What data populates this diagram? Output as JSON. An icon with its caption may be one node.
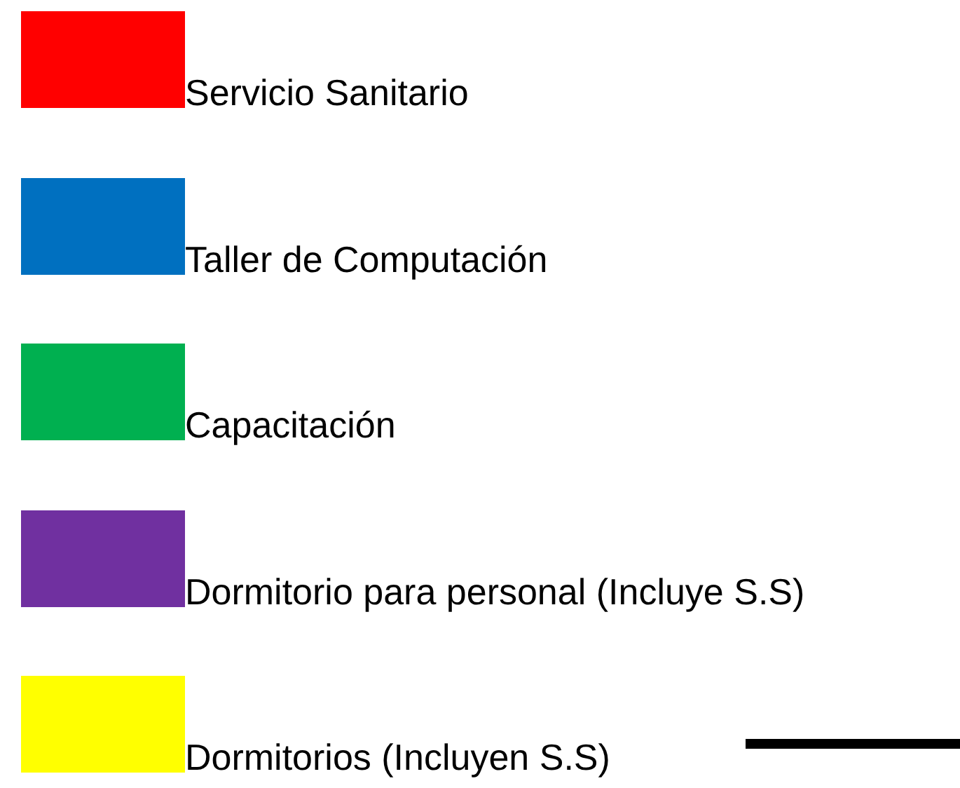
{
  "diagram": {
    "legend": [
      {
        "text": "Servicio Sanitario",
        "color": "#ff0000"
      },
      {
        "text": "Taller de Computación",
        "color": "#0070c0"
      },
      {
        "text": "Capacitación",
        "color": "#00b050"
      },
      {
        "text": "Dormitorio para personal (Incluye S.S)",
        "color": "#7030a0"
      },
      {
        "text": "Dormitorios (Incluyen S.S)",
        "color": "#ffff00"
      }
    ]
  }
}
